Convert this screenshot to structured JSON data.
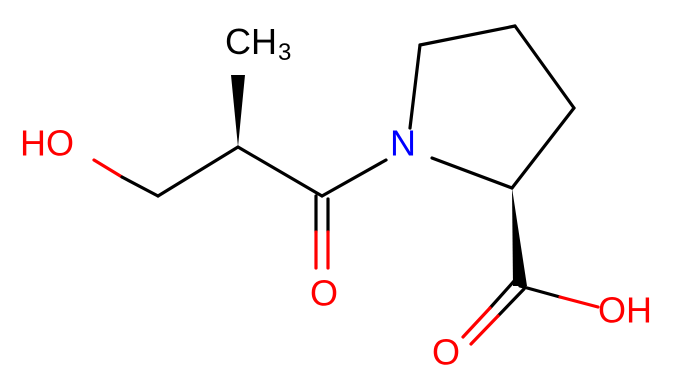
{
  "colors": {
    "bond": "#000000",
    "oxygen": "#ff0000",
    "nitrogen": "#0000ff",
    "carbon_label": "#000000",
    "background": "#ffffff"
  },
  "atoms": {
    "ch3": {
      "main": "CH",
      "sub": "3"
    },
    "ho": "HO",
    "n": "N",
    "o_carbonyl_amide": "O",
    "o_carbonyl_acid": "O",
    "oh_acid": "OH"
  }
}
